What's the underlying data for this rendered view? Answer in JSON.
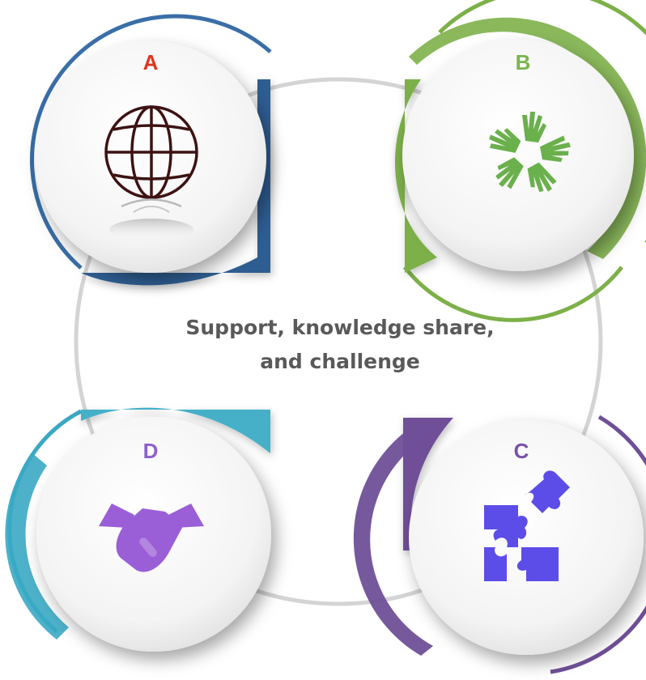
{
  "center": {
    "line1": "Support, knowledge share,",
    "line2": "and challenge"
  },
  "nodes": {
    "a": {
      "label": "A",
      "label_color": "#e0331f",
      "ring_color": "#3a6ea8",
      "ring_dark": "#2c5484",
      "icon": "globe-icon",
      "icon_color": "#3d1212"
    },
    "b": {
      "label": "B",
      "label_color": "#7ab648",
      "ring_color": "#7db049",
      "ring_dark": "#5e8a33",
      "icon": "hands-icon",
      "icon_color": "#6ab04c"
    },
    "c": {
      "label": "C",
      "label_color": "#7a52a8",
      "ring_color": "#6f4f98",
      "ring_dark": "#523873",
      "icon": "puzzle-icon",
      "icon_color": "#5c4de8"
    },
    "d": {
      "label": "D",
      "label_color": "#8e5fd0",
      "ring_color": "#3aa8c4",
      "ring_dark": "#2a87a0",
      "icon": "handshake-icon",
      "icon_color": "#9a5ed6"
    }
  }
}
